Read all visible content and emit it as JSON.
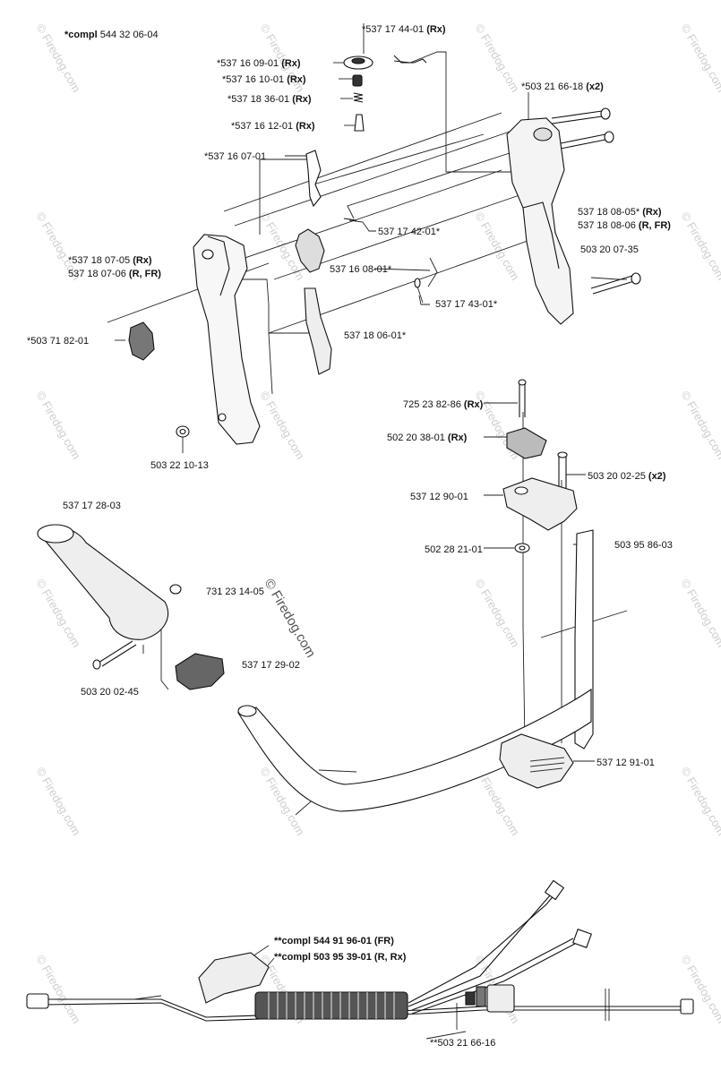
{
  "diagram": {
    "assembly_label": {
      "prefix": "*compl",
      "number": "544 32 06-04"
    },
    "watermark": "© Firedog.com",
    "parts": [
      {
        "id": "p1",
        "number": "*537 17 44-01",
        "suffix": "(Rx)"
      },
      {
        "id": "p2",
        "number": "*537 16 09-01",
        "suffix": "(Rx)"
      },
      {
        "id": "p3",
        "number": "*537 16 10-01",
        "suffix": "(Rx)"
      },
      {
        "id": "p4",
        "number": "*537 18 36-01",
        "suffix": "(Rx)"
      },
      {
        "id": "p5",
        "number": "*537 16 12-01",
        "suffix": "(Rx)"
      },
      {
        "id": "p6",
        "number": "*503 21 66-18",
        "suffix": "(x2)"
      },
      {
        "id": "p7",
        "number": "*537 16 07-01",
        "suffix": ""
      },
      {
        "id": "p8",
        "number": "537 18 08-05*",
        "suffix": "(Rx)"
      },
      {
        "id": "p9",
        "number": "537 18 08-06",
        "suffix": "(R, FR)"
      },
      {
        "id": "p10",
        "number": "537 17 42-01*",
        "suffix": ""
      },
      {
        "id": "p11",
        "number": "*537 18 07-05",
        "suffix": "(Rx)"
      },
      {
        "id": "p12",
        "number": "537 18 07-06",
        "suffix": "(R, FR)"
      },
      {
        "id": "p13",
        "number": "503 20 07-35",
        "suffix": ""
      },
      {
        "id": "p14",
        "number": "537 16 08-01*",
        "suffix": ""
      },
      {
        "id": "p15",
        "number": "537 17 43-01*",
        "suffix": ""
      },
      {
        "id": "p16",
        "number": "*503 71 82-01",
        "suffix": ""
      },
      {
        "id": "p17",
        "number": "537 18 06-01*",
        "suffix": ""
      },
      {
        "id": "p18",
        "number": "725 23 82-86",
        "suffix": "(Rx)"
      },
      {
        "id": "p19",
        "number": "502 20 38-01",
        "suffix": "(Rx)"
      },
      {
        "id": "p20",
        "number": "503 22 10-13",
        "suffix": ""
      },
      {
        "id": "p21",
        "number": "503 20 02-25",
        "suffix": "(x2)"
      },
      {
        "id": "p22",
        "number": "537 12 90-01",
        "suffix": ""
      },
      {
        "id": "p23",
        "number": "537 17 28-03",
        "suffix": ""
      },
      {
        "id": "p24",
        "number": "502 28 21-01",
        "suffix": ""
      },
      {
        "id": "p25",
        "number": "503 95 86-03",
        "suffix": ""
      },
      {
        "id": "p26",
        "number": "731 23 14-05",
        "suffix": ""
      },
      {
        "id": "p27",
        "number": "537 17 29-02",
        "suffix": ""
      },
      {
        "id": "p28",
        "number": "503 20 02-45",
        "suffix": ""
      },
      {
        "id": "p29",
        "number": "537 12 91-01",
        "suffix": ""
      },
      {
        "id": "p30",
        "number": "**compl 544 91 96-01",
        "suffix": "(FR)"
      },
      {
        "id": "p31",
        "number": "**compl 503 95 39-01",
        "suffix": "(R, Rx)"
      },
      {
        "id": "p32",
        "number": "**503 21 66-16",
        "suffix": ""
      }
    ]
  }
}
